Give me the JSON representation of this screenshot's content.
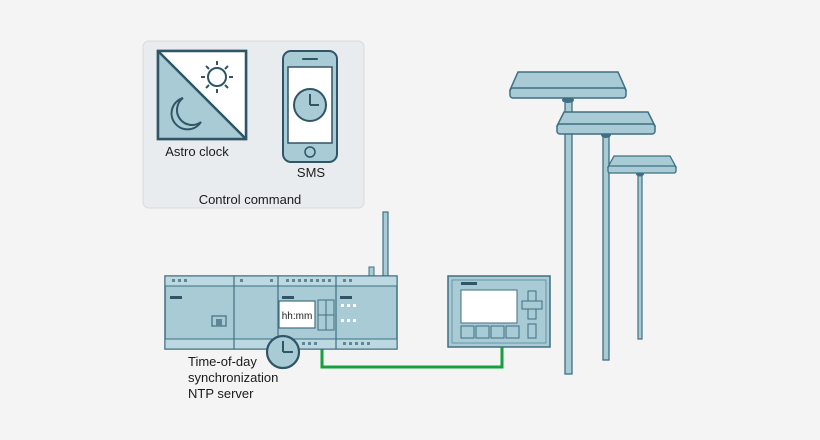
{
  "control_panel": {
    "astro_label": "Astro clock",
    "sms_label": "SMS",
    "caption": "Control command"
  },
  "controller": {
    "display_text": "hh:mm"
  },
  "sync": {
    "lines": [
      "Time-of-day",
      "synchronization",
      "NTP server"
    ]
  },
  "colors": {
    "device_fill": "#a9cbd6",
    "device_stroke": "#3f6f82",
    "network_cable": "#14a03c",
    "panel_bg": "#e9ecef"
  }
}
